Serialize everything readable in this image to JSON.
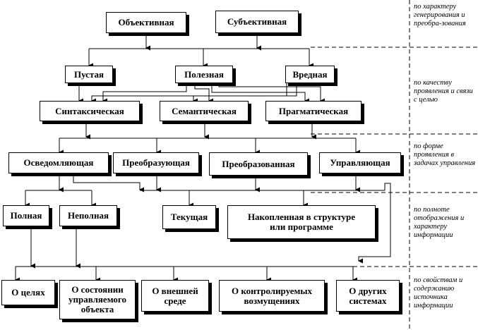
{
  "nodes": {
    "objective": "Объективная",
    "subjective": "Субъективная",
    "empty": "Пустая",
    "useful": "Полезная",
    "harmful": "Вредная",
    "syntactic": "Синтаксическая",
    "semantic": "Семантическая",
    "pragmatic": "Прагматическая",
    "informing": "Осведомляющая",
    "transforming": "Преобразующая",
    "transformed": "Преобразованная",
    "controlling": "Управляющая",
    "full": "Полная",
    "incomplete": "Неполная",
    "current": "Текущая",
    "accumulated": "Накопленная в структуре или программе",
    "goals": "О целях",
    "controlled_state": "О состоянии управляемого объекта",
    "external_env": "О внешней среде",
    "disturbances": "О контролируемых возмущениях",
    "other_systems": "О других системах"
  },
  "notes": {
    "by_generation": "по характеру генерирования и преобра-зования",
    "by_quality": "по качеству проявления и связи с целью",
    "by_form": "по форме проявления в задачах управления",
    "by_completeness": "по полноте отображения и характеру информации",
    "by_content": "по свойствам и содержанию источника информации"
  }
}
